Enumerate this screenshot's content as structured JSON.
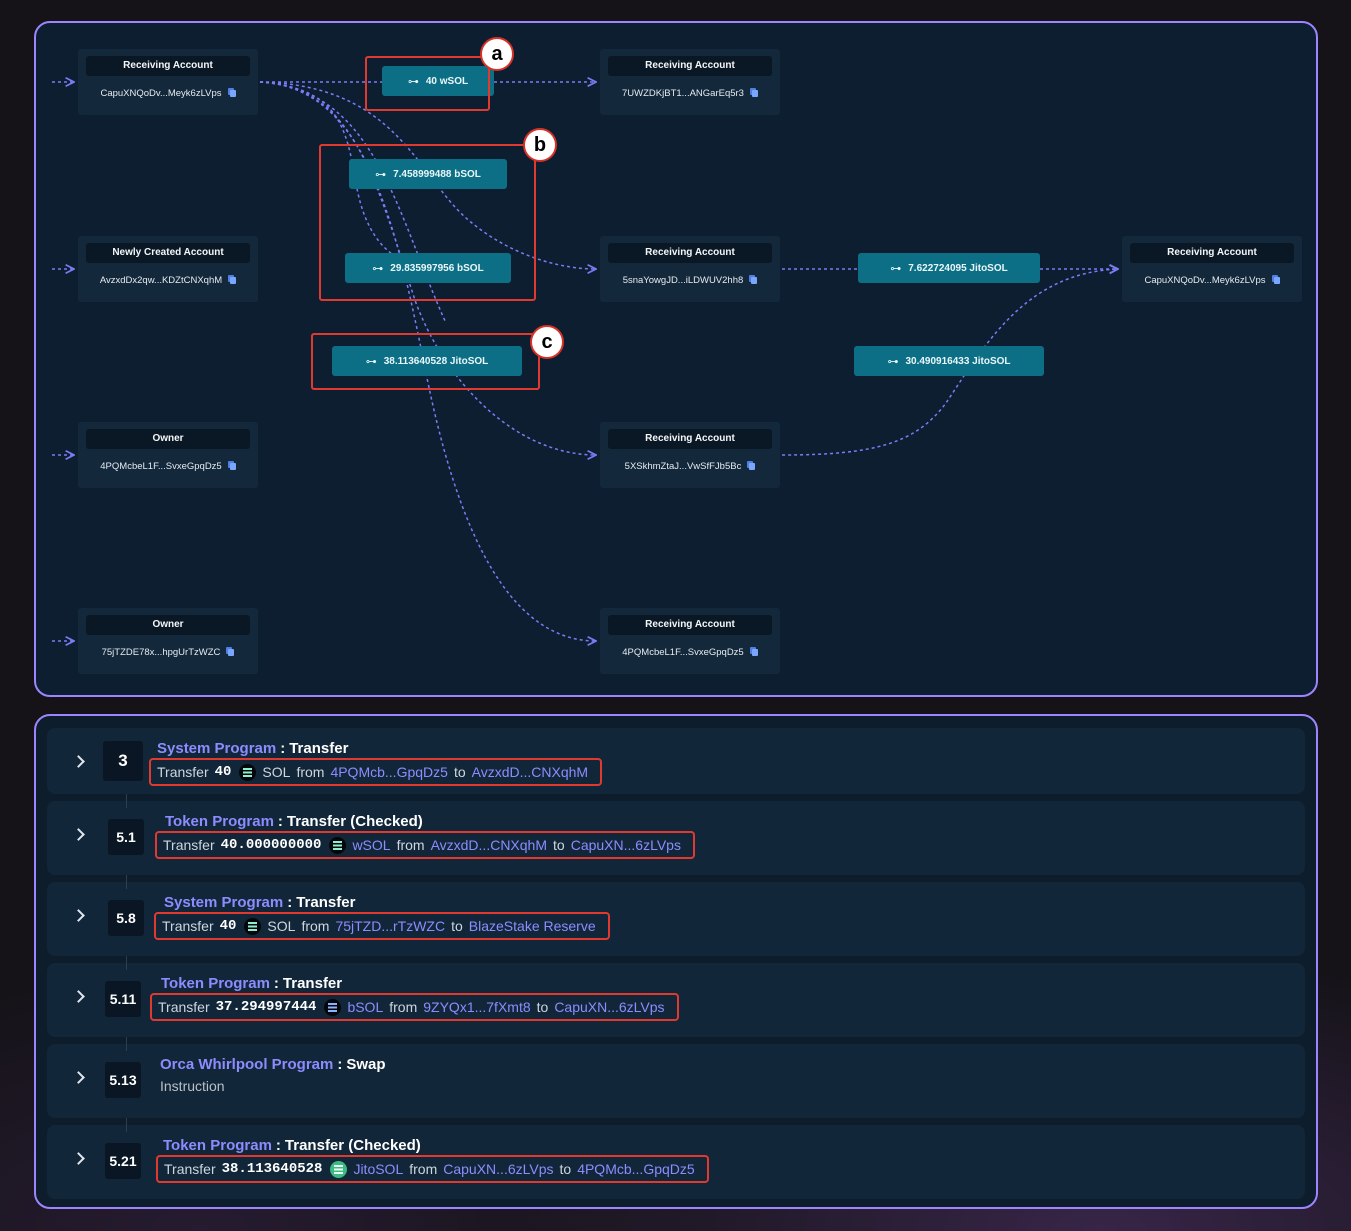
{
  "graph": {
    "nodes": [
      {
        "title": "Receiving Account",
        "address": "CapuXNQoDv...Meyk6zLVps"
      },
      {
        "title": "Newly Created Account",
        "address": "AvzxdDx2qw...KDZtCNXqhM"
      },
      {
        "title": "Owner",
        "address": "4PQMcbeL1F...SvxeGpqDz5"
      },
      {
        "title": "Owner",
        "address": "75jTZDE78x...hpgUrTzWZC"
      },
      {
        "title": "Receiving Account",
        "address": "7UWZDKjBT1...ANGarEq5r3"
      },
      {
        "title": "Receiving Account",
        "address": "5snaYowgJD...iLDWUV2hh8"
      },
      {
        "title": "Receiving Account",
        "address": "5XSkhmZtaJ...VwSfFJb5Bc"
      },
      {
        "title": "Receiving Account",
        "address": "4PQMcbeL1F...SvxeGpqDz5"
      },
      {
        "title": "Receiving Account",
        "address": "CapuXNQoDv...Meyk6zLVps"
      }
    ],
    "transfers": [
      {
        "label": "40  wSOL",
        "amount": 40,
        "token": "wSOL"
      },
      {
        "label": "7.458999488  bSOL",
        "amount": 7.458999488,
        "token": "bSOL"
      },
      {
        "label": "29.835997956  bSOL",
        "amount": 29.835997956,
        "token": "bSOL"
      },
      {
        "label": "38.113640528  JitoSOL",
        "amount": 38.113640528,
        "token": "JitoSOL"
      },
      {
        "label": "7.622724095  JitoSOL",
        "amount": 7.622724095,
        "token": "JitoSOL"
      },
      {
        "label": "30.490916433  JitoSOL",
        "amount": 30.490916433,
        "token": "JitoSOL"
      }
    ],
    "annotations": [
      "a",
      "b",
      "c"
    ],
    "transfer_icon": "transfer-arrow-icon",
    "copy_icon": "copy-icon",
    "colors": {
      "edge": "#7b7cf5",
      "chip": "#0d6f85",
      "annotation": "#e03a30"
    }
  },
  "instructions": [
    {
      "index": "3",
      "program": "System Program",
      "sep": ":",
      "action": "Transfer",
      "detail": {
        "prefix": "Transfer",
        "amount": "40",
        "token": "SOL",
        "from_word": "from",
        "from": "4PQMcb...GpqDz5",
        "to_word": "to",
        "to": "AvzxdD...CNXqhM"
      }
    },
    {
      "index": "5.1",
      "program": "Token Program",
      "sep": ":",
      "action": "Transfer (Checked)",
      "detail": {
        "prefix": "Transfer",
        "amount": "40.000000000",
        "token": "wSOL",
        "from_word": "from",
        "from": "AvzxdD...CNXqhM",
        "to_word": "to",
        "to": "CapuXN...6zLVps"
      }
    },
    {
      "index": "5.8",
      "program": "System Program",
      "sep": ":",
      "action": "Transfer",
      "detail": {
        "prefix": "Transfer",
        "amount": "40",
        "token": "SOL",
        "from_word": "from",
        "from": "75jTZD...rTzWZC",
        "to_word": "to",
        "to": "BlazeStake Reserve"
      }
    },
    {
      "index": "5.11",
      "program": "Token Program",
      "sep": ":",
      "action": "Transfer",
      "detail": {
        "prefix": "Transfer",
        "amount": "37.294997444",
        "token": "bSOL",
        "from_word": "from",
        "from": "9ZYQx1...7fXmt8",
        "to_word": "to",
        "to": "CapuXN...6zLVps"
      }
    },
    {
      "index": "5.13",
      "program": "Orca Whirlpool Program",
      "sep": ":",
      "action": "Swap",
      "subtitle": "Instruction"
    },
    {
      "index": "5.21",
      "program": "Token Program",
      "sep": ":",
      "action": "Transfer (Checked)",
      "detail": {
        "prefix": "Transfer",
        "amount": "38.113640528",
        "token": "JitoSOL",
        "from_word": "from",
        "from": "CapuXN...6zLVps",
        "to_word": "to",
        "to": "4PQMcb...GpqDz5"
      }
    }
  ]
}
